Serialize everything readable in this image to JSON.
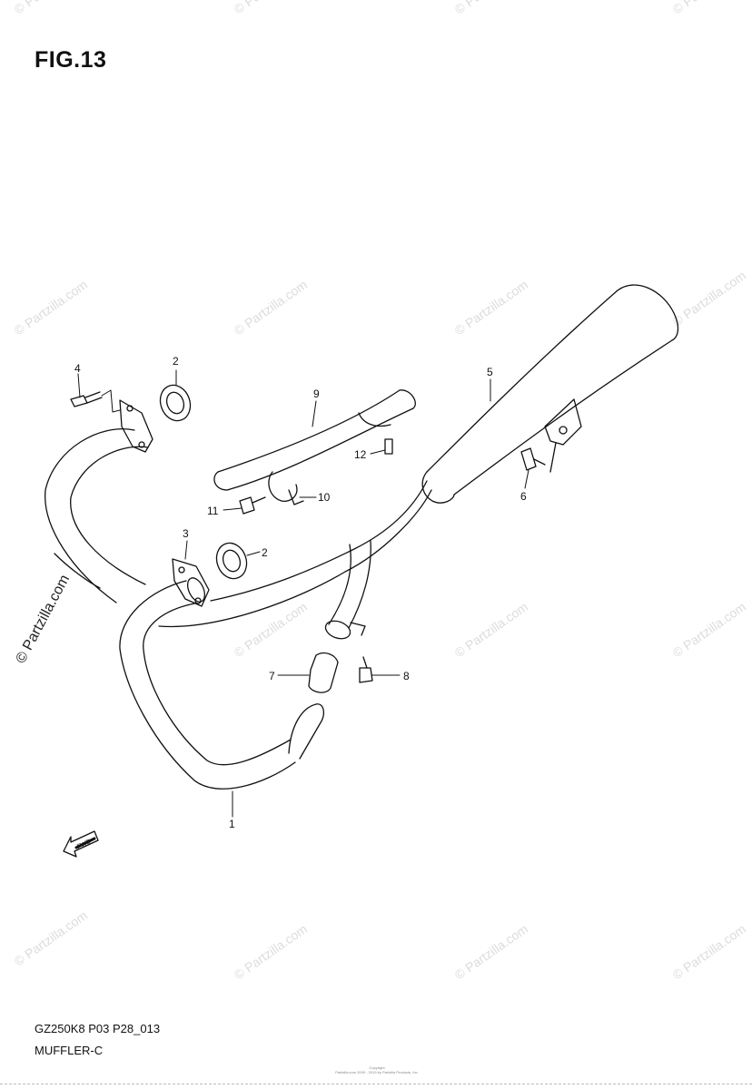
{
  "figure": {
    "title": "FIG.13"
  },
  "footer": {
    "code": "GZ250K8 P03 P28_013",
    "name": "MUFFLER-C"
  },
  "copyright": {
    "line1": "Copyright",
    "line2": "Partzilla.com 2009 - 2019 by Partzilla Products, Inc."
  },
  "watermark": {
    "text": "© Partzilla.com",
    "side_text": "© Partzilla.com",
    "color": "#dcdcdc"
  },
  "fwd_label": "FWD",
  "callouts": {
    "c1": "1",
    "c2a": "2",
    "c2b": "2",
    "c3": "3",
    "c4": "4",
    "c5": "5",
    "c6": "6",
    "c7": "7",
    "c8": "8",
    "c9": "9",
    "c10": "10",
    "c11": "11",
    "c12": "12"
  }
}
